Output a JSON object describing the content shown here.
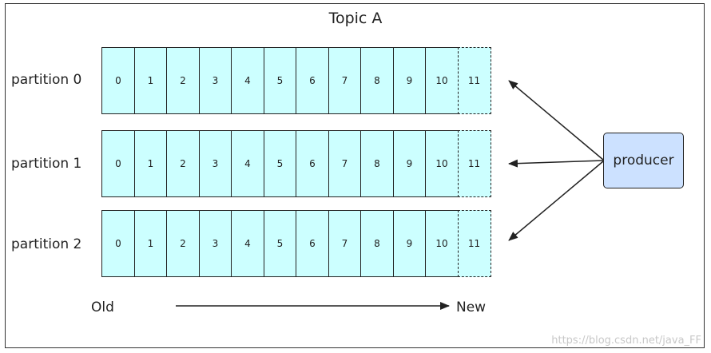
{
  "title": "Topic A",
  "partitions": [
    {
      "label": "partition 0",
      "offsets": [
        "0",
        "1",
        "2",
        "3",
        "4",
        "5",
        "6",
        "7",
        "8",
        "9",
        "10",
        "11"
      ]
    },
    {
      "label": "partition 1",
      "offsets": [
        "0",
        "1",
        "2",
        "3",
        "4",
        "5",
        "6",
        "7",
        "8",
        "9",
        "10",
        "11"
      ]
    },
    {
      "label": "partition 2",
      "offsets": [
        "0",
        "1",
        "2",
        "3",
        "4",
        "5",
        "6",
        "7",
        "8",
        "9",
        "10",
        "11"
      ]
    }
  ],
  "producer": {
    "label": "producer"
  },
  "axis": {
    "old": "Old",
    "new": "New"
  },
  "watermark": "https://blog.csdn.net/java_FF",
  "colors": {
    "cell_fill": "#ccffff",
    "producer_fill": "#cce1ff",
    "line": "#222222"
  }
}
